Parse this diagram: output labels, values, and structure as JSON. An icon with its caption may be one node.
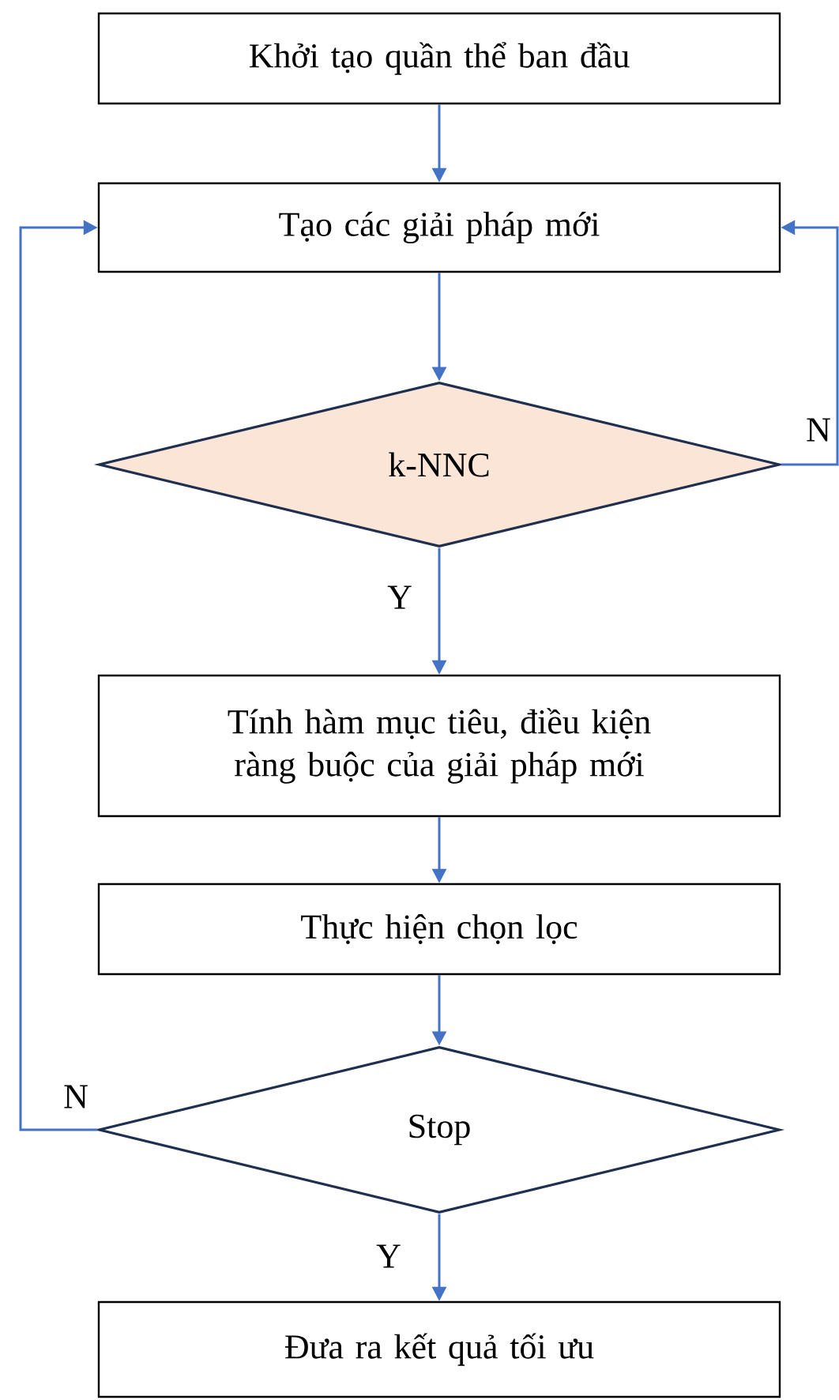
{
  "diagram": {
    "nodes": [
      {
        "text": [
          "Khởi tạo quần thể ban đầu"
        ]
      },
      {
        "text": [
          "Tạo các giải pháp mới"
        ]
      },
      {
        "text": [
          "k-NNC"
        ]
      },
      {
        "text": [
          "Tính hàm mục tiêu, điều kiện ràng buộc của giải pháp mới"
        ]
      },
      {
        "text": [
          "Thực hiện chọn lọc"
        ]
      },
      {
        "text": [
          "Stop"
        ]
      },
      {
        "text": [
          "Đưa ra kết quả tối ưu"
        ]
      }
    ],
    "edges": [
      {
        "from": 0,
        "to": 1,
        "arrow": "to"
      },
      {
        "from": 1,
        "to": 2,
        "arrow": "to"
      },
      {
        "from": 2,
        "to": 3,
        "arrow": "to",
        "label": "Y"
      },
      {
        "from": 2,
        "to": 1,
        "arrow": "to",
        "label": "N"
      },
      {
        "from": 3,
        "to": 4,
        "arrow": "to"
      },
      {
        "from": 4,
        "to": 5,
        "arrow": "to"
      },
      {
        "from": 5,
        "to": 6,
        "arrow": "to",
        "label": "Y"
      },
      {
        "from": 5,
        "to": 1,
        "arrow": "to",
        "label": "N"
      }
    ]
  }
}
